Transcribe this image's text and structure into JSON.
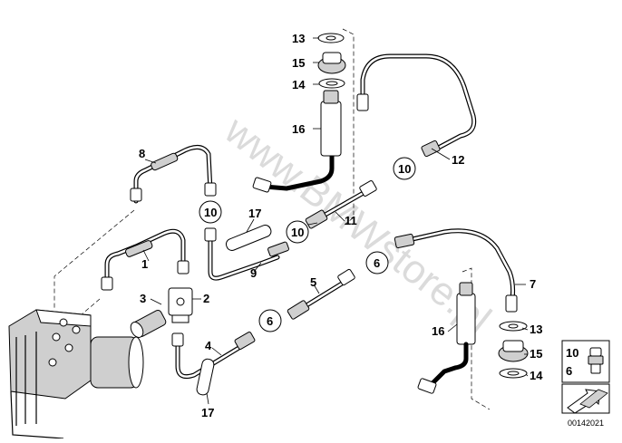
{
  "watermark": "www.BMWstore.pl",
  "diagram_id": "00142021",
  "labels": {
    "l13a": "13",
    "l15a": "15",
    "l14a": "14",
    "l16a": "16",
    "l12": "12",
    "l8": "8",
    "l10a": "10",
    "l17a": "17",
    "l10b": "10",
    "l10c": "10",
    "l11": "11",
    "l9": "9",
    "l6a": "6",
    "l1": "1",
    "l3": "3",
    "l2": "2",
    "l5": "5",
    "l6b": "6",
    "l7": "7",
    "l13b": "13",
    "l16b": "16",
    "l15b": "15",
    "l14b": "14",
    "l4": "4",
    "l17b": "17"
  },
  "legend": {
    "top_label": "10",
    "bottom_label": "6"
  }
}
